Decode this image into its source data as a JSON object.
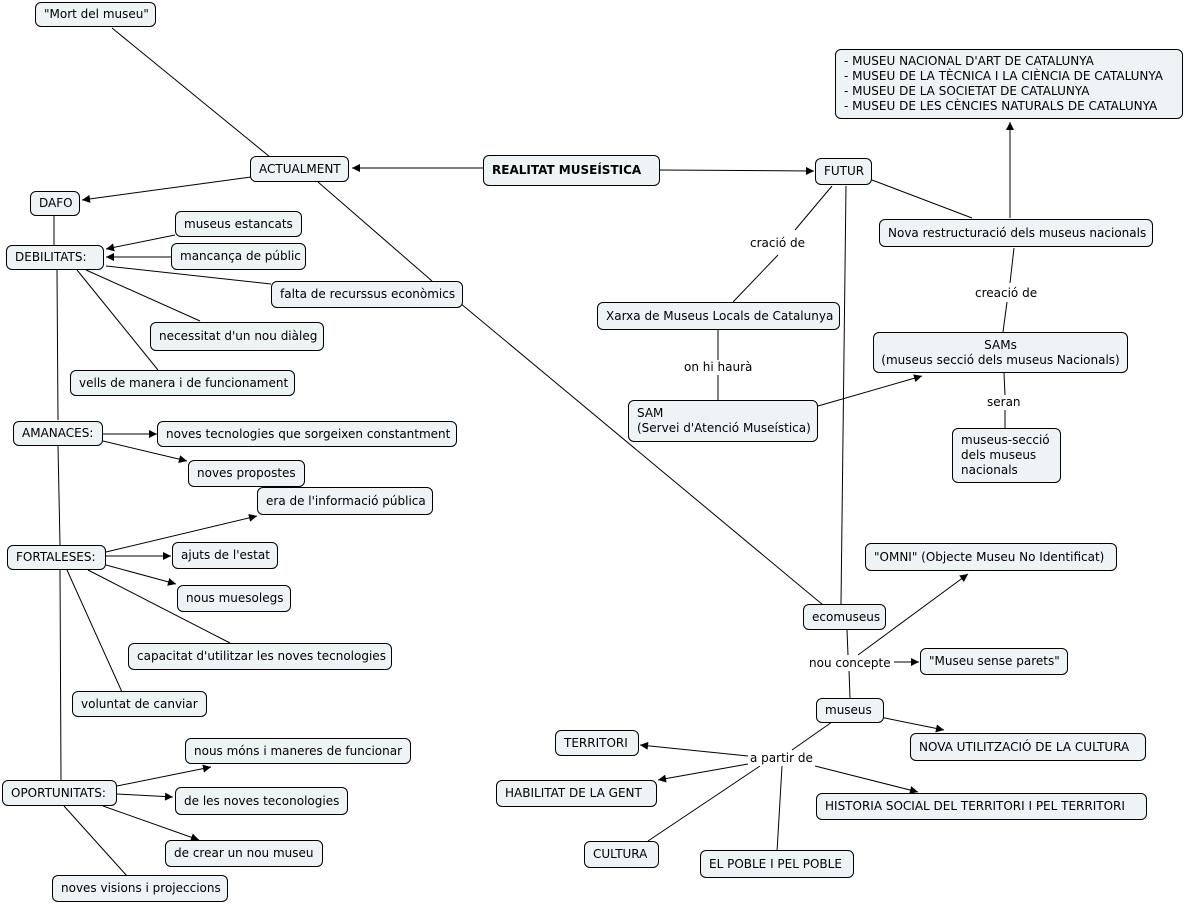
{
  "nodes": {
    "mort": "\"Mort del museu\"",
    "actualment": "ACTUALMENT",
    "realitat": "REALITAT MUSEÍSTICA",
    "futur": "FUTUR",
    "dafo": "DAFO",
    "debilitats": "DEBILITATS:",
    "museus_estancats": "museus estancats",
    "mancanca": "mancança de públic",
    "falta": "falta de recurssus econòmics",
    "necessitat": "necessitat d'un nou diàleg",
    "vells": "vells de manera i de funcionament",
    "amanaces": "AMANACES:",
    "noves_tecnologies": "noves tecnologies que sorgeixen constantment",
    "noves_propostes": "noves propostes",
    "era": "era de l'informació pública",
    "fortaleses": "FORTALESES:",
    "ajuts": "ajuts de l'estat",
    "nous_museologs": "nous muesolegs",
    "capacitat": "capacitat d'utilitzar les noves tecnologies",
    "voluntat": "voluntat de canviar",
    "nous_mons": "nous móns i maneres de funcionar",
    "oportunitats": "OPORTUNITATS:",
    "de_les_noves": "de les noves teconologies",
    "de_crear": "de crear un nou museu",
    "noves_visions": "noves visions i projeccions",
    "museus_list": "- MUSEU NACIONAL D'ART DE CATALUNYA\n- MUSEU DE LA TÈCNICA I LA CIÈNCIA DE CATALUNYA\n- MUSEU DE LA SOCIETAT DE CATALUNYA\n- MUSEU DE LES CÈNCIES NATURALS DE CATALUNYA",
    "nova_restructuracio": "Nova restructuració dels museus nacionals",
    "xarxa": "Xarxa de Museus Locals de Catalunya",
    "sams": "SAMs\n(museus secció dels museus Nacionals)",
    "sam": "SAM\n(Servei d'Atenció Museística)",
    "museus_seccio": "museus-secció\ndels museus\nnacionals",
    "omni": "\"OMNI\" (Objecte Museu No Identificat)",
    "ecomuseus": "ecomuseus",
    "museu_sense_parets": "\"Museu sense parets\"",
    "museus": "museus",
    "territori": "TERRITORI",
    "nova_utilitzacio": "NOVA UTILITZACIÓ DE LA CULTURA",
    "habilitat": "HABILITAT DE LA GENT",
    "historia": "HISTORIA SOCIAL DEL TERRITORI I PEL TERRITORI",
    "cultura": "CULTURA",
    "el_poble": "EL POBLE I PEL POBLE"
  },
  "labels": {
    "cracio_de": "cració de",
    "creacio_de": "creació de",
    "on_hi_haura": "on hi haurà",
    "seran": "seran",
    "nou_concepte": "nou concepte",
    "a_partir_de": "a partir de"
  }
}
